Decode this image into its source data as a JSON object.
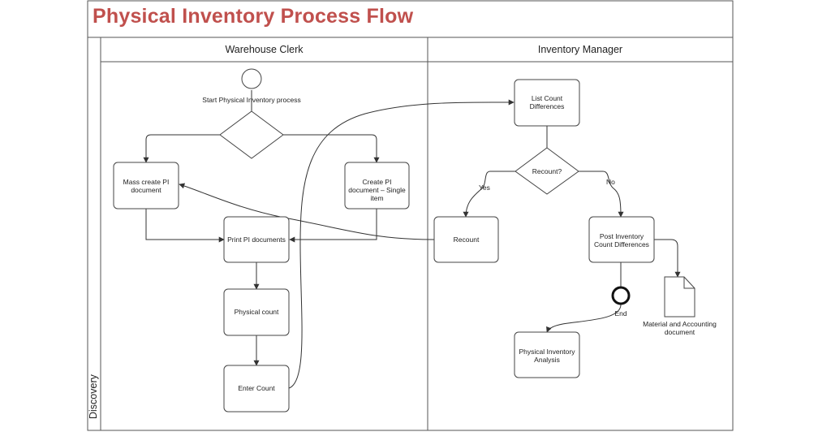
{
  "title": "Physical Inventory Process Flow",
  "side_label": "Discovery",
  "lanes": [
    "Warehouse Clerk",
    "Inventory Manager"
  ],
  "nodes": {
    "start_label": "Start Physical Inventory process",
    "mass_create": "Mass create PI document",
    "create_single": "Create PI document – Single item",
    "print_docs": "Print PI documents",
    "physical_count": "Physical count",
    "enter_count": "Enter Count",
    "list_diff": "List Count Differences",
    "recount_q": "Recount?",
    "recount": "Recount",
    "post_diff": "Post Inventory Count Differences",
    "end_label": "End",
    "material_doc": "Material and Accounting document",
    "pi_analysis": "Physical Inventory Analysis"
  },
  "edge_labels": {
    "yes": "Yes",
    "no": "No"
  }
}
